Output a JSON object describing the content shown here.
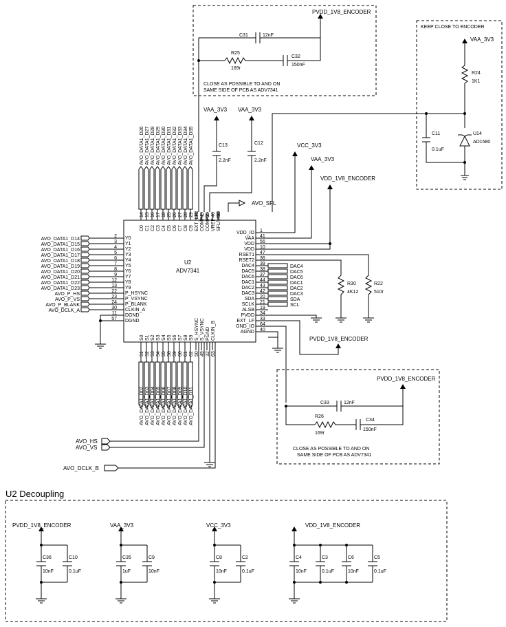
{
  "nets": {
    "pvdd": "PVDD_1V8_ENCODER",
    "vaa": "VAA_3V3",
    "vcc": "VCC_3V3",
    "vdd": "VDD_1V8_ENCODER"
  },
  "notes": {
    "close_line1": "CLOSE AS POSSIBLE TO AND ON",
    "close_line2": "SAME SIDE OF PCB AS ADV7341",
    "keep_close": "KEEP CLOSE TO ENCODER",
    "section_title": "U2 Decoupling"
  },
  "chip": {
    "ref": "U2",
    "part": "ADV7341"
  },
  "components": {
    "C31": {
      "ref": "C31",
      "value": "12nF"
    },
    "R25": {
      "ref": "R25",
      "value": "169r"
    },
    "C32": {
      "ref": "C32",
      "value": "150nF"
    },
    "C13": {
      "ref": "C13",
      "value": "2.2nF"
    },
    "C12": {
      "ref": "C12",
      "value": "2.2nF"
    },
    "R24": {
      "ref": "R24",
      "value": "1K1"
    },
    "C11": {
      "ref": "C11",
      "value": "0.1uF"
    },
    "U14": {
      "ref": "U14",
      "value": "AD1580"
    },
    "R30": {
      "ref": "R30",
      "value": "4K12"
    },
    "R22": {
      "ref": "R22",
      "value": "510r"
    },
    "C33": {
      "ref": "C33",
      "value": "12nF"
    },
    "R26": {
      "ref": "R26",
      "value": "169r"
    },
    "C34": {
      "ref": "C34",
      "value": "150nF"
    },
    "C36": {
      "ref": "C36",
      "value": "10nF"
    },
    "C10": {
      "ref": "C10",
      "value": "0.1uF"
    },
    "C35": {
      "ref": "C35",
      "value": "1uF"
    },
    "C9": {
      "ref": "C9",
      "value": "10nF"
    },
    "C8": {
      "ref": "C8",
      "value": "10nF"
    },
    "C2": {
      "ref": "C2",
      "value": "0.1uF"
    },
    "C4": {
      "ref": "C4",
      "value": "10nF"
    },
    "C3": {
      "ref": "C3",
      "value": "0.1uF"
    },
    "C6": {
      "ref": "C6",
      "value": "10nF"
    },
    "C5": {
      "ref": "C5",
      "value": "0.1uF"
    }
  },
  "ports": {
    "avo_sfl": "AVO_SFL",
    "avo_hs": "AVO_HS",
    "avo_vs": "AVO_VS",
    "avo_dclk_b": "AVO_DCLK_B"
  },
  "left_pins": [
    {
      "net": "AVO_DATA1_D14",
      "pin": "2",
      "name": "Y0"
    },
    {
      "net": "AVO_DATA1_D15",
      "pin": "3",
      "name": "Y1"
    },
    {
      "net": "AVO_DATA1_D16",
      "pin": "4",
      "name": "Y2"
    },
    {
      "net": "AVO_DATA1_D17",
      "pin": "5",
      "name": "Y3"
    },
    {
      "net": "AVO_DATA1_D18",
      "pin": "6",
      "name": "Y4"
    },
    {
      "net": "AVO_DATA1_D19",
      "pin": "7",
      "name": "Y5"
    },
    {
      "net": "AVO_DATA1_D20",
      "pin": "8",
      "name": "Y6"
    },
    {
      "net": "AVO_DATA1_D21",
      "pin": "9",
      "name": "Y7"
    },
    {
      "net": "AVO_DATA1_D22",
      "pin": "12",
      "name": "Y8"
    },
    {
      "net": "AVO_DATA1_D23",
      "pin": "13",
      "name": "Y9"
    },
    {
      "net": "AVO_P_HS",
      "pin": "22",
      "name": "P_HSYNC"
    },
    {
      "net": "AVO_P_VS",
      "pin": "23",
      "name": "P_VSYNC"
    },
    {
      "net": "AVO_P_BLANK",
      "pin": "24",
      "name": "P_BLANK"
    },
    {
      "net": "AVO_DCLK_A",
      "pin": "30",
      "name": "CLKIN_A"
    },
    {
      "net": "",
      "pin": "11",
      "name": "DGND"
    },
    {
      "net": "",
      "pin": "57",
      "name": "DGND"
    }
  ],
  "right_pins": [
    {
      "pin": "1",
      "name": "VDD_IO",
      "net": ""
    },
    {
      "pin": "41",
      "name": "VAA",
      "net": ""
    },
    {
      "pin": "56",
      "name": "VDD",
      "net": ""
    },
    {
      "pin": "10",
      "name": "VDD",
      "net": ""
    },
    {
      "pin": "47",
      "name": "RSET1",
      "net": ""
    },
    {
      "pin": "36",
      "name": "RSET2",
      "net": ""
    },
    {
      "pin": "39",
      "name": "DAC4",
      "net": "DAC4"
    },
    {
      "pin": "38",
      "name": "DAC5",
      "net": "DAC5"
    },
    {
      "pin": "37",
      "name": "DAC6",
      "net": "DAC6"
    },
    {
      "pin": "44",
      "name": "DAC1",
      "net": "DAC1"
    },
    {
      "pin": "43",
      "name": "DAC2",
      "net": "DAC2"
    },
    {
      "pin": "42",
      "name": "DAC3",
      "net": "DAC3"
    },
    {
      "pin": "20",
      "name": "SDA",
      "net": "SDA"
    },
    {
      "pin": "21",
      "name": "SCLK",
      "net": "SCL"
    },
    {
      "pin": "19",
      "name": "ALSB",
      "net": ""
    },
    {
      "pin": "34",
      "name": "PVDD",
      "net": ""
    },
    {
      "pin": "33",
      "name": "EXT_LF",
      "net": ""
    },
    {
      "pin": "64",
      "name": "GND_IO",
      "net": ""
    },
    {
      "pin": "40",
      "name": "AGND",
      "net": ""
    }
  ],
  "top_pins": [
    {
      "pin": "14",
      "name": "C0",
      "net": "AVO_DATA1_D26"
    },
    {
      "pin": "15",
      "name": "C1",
      "net": "AVO_DATA1_D27"
    },
    {
      "pin": "16",
      "name": "C2",
      "net": "AVO_DATA1_D28"
    },
    {
      "pin": "17",
      "name": "C3",
      "net": "AVO_DATA1_D29"
    },
    {
      "pin": "18",
      "name": "C4",
      "net": "AVO_DATA1_D30"
    },
    {
      "pin": "25",
      "name": "C5",
      "net": "AVO_DATA1_D31"
    },
    {
      "pin": "26",
      "name": "C6",
      "net": "AVO_DATA1_D32"
    },
    {
      "pin": "27",
      "name": "C7",
      "net": "AVO_DATA1_D33"
    },
    {
      "pin": "28",
      "name": "C8",
      "net": "AVO_DATA1_D34"
    },
    {
      "pin": "29",
      "name": "C9",
      "net": "AVO_DATA1_D35"
    },
    {
      "pin": "31",
      "name": "EXT_LF2",
      "net": ""
    },
    {
      "pin": "45",
      "name": "COMP1",
      "net": ""
    },
    {
      "pin": "35",
      "name": "COMP2",
      "net": ""
    },
    {
      "pin": "46",
      "name": "VREF",
      "net": ""
    },
    {
      "pin": "48",
      "name": "SFL/MS0",
      "net": ""
    }
  ],
  "bottom_pins": [
    {
      "pin": "51",
      "name": "S0",
      "net": "AVO_DATA1_D02"
    },
    {
      "pin": "52",
      "name": "S1",
      "net": "AVO_DATA1_D03"
    },
    {
      "pin": "53",
      "name": "S2",
      "net": "AVO_DATA1_D04"
    },
    {
      "pin": "54",
      "name": "S3",
      "net": "AVO_DATA1_D05"
    },
    {
      "pin": "55",
      "name": "S4",
      "net": "AVO_DATA1_D06"
    },
    {
      "pin": "58",
      "name": "S5",
      "net": "AVO_DATA1_D07"
    },
    {
      "pin": "59",
      "name": "S6",
      "net": "AVO_DATA1_D08"
    },
    {
      "pin": "60",
      "name": "S7",
      "net": "AVO_DATA1_D09"
    },
    {
      "pin": "61",
      "name": "S8",
      "net": "AVO_DATA1_D10"
    },
    {
      "pin": "62",
      "name": "S9",
      "net": "AVO_DATA1_D11"
    },
    {
      "pin": "50",
      "name": "S_HSYNC",
      "net": ""
    },
    {
      "pin": "49",
      "name": "S_VSYNC",
      "net": ""
    },
    {
      "pin": "32",
      "name": "PGND",
      "net": ""
    },
    {
      "pin": "63",
      "name": "CLKIN_B",
      "net": ""
    }
  ]
}
